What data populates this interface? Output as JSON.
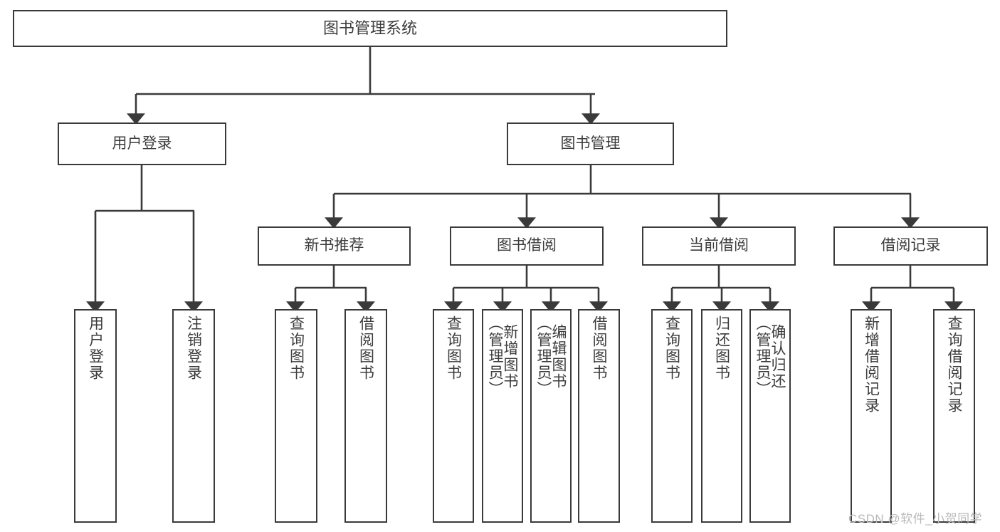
{
  "diagram": {
    "type": "tree-hierarchy-functional-decomposition",
    "title": "图书管理系统",
    "root": {
      "label": "图书管理系统"
    },
    "level2": [
      {
        "label": "用户登录"
      },
      {
        "label": "图书管理"
      }
    ],
    "level3": [
      {
        "label": "新书推荐"
      },
      {
        "label": "图书借阅"
      },
      {
        "label": "当前借阅"
      },
      {
        "label": "借阅记录"
      }
    ],
    "leaves_user_login": [
      {
        "label": "用户登录"
      },
      {
        "label": "注销登录"
      }
    ],
    "leaves_new_book": [
      {
        "label": "查询图书"
      },
      {
        "label": "借阅图书"
      }
    ],
    "leaves_borrow": [
      {
        "label": "查询图书"
      },
      {
        "label": "新增图书\n（管理员）"
      },
      {
        "label": "编辑图书\n（管理员）"
      },
      {
        "label": "借阅图书"
      }
    ],
    "leaves_current": [
      {
        "label": "查询图书"
      },
      {
        "label": "归还图书"
      },
      {
        "label": "确认归还\n（管理员）"
      }
    ],
    "leaves_record": [
      {
        "label": "新增借阅记录"
      },
      {
        "label": "查询借阅记录"
      }
    ],
    "watermark": "CSDN @软件_小贺同学",
    "colors": {
      "stroke": "#3a3a3a",
      "text": "#3c3c3c",
      "background": "#ffffff",
      "watermark": "#b9b9b9"
    }
  }
}
